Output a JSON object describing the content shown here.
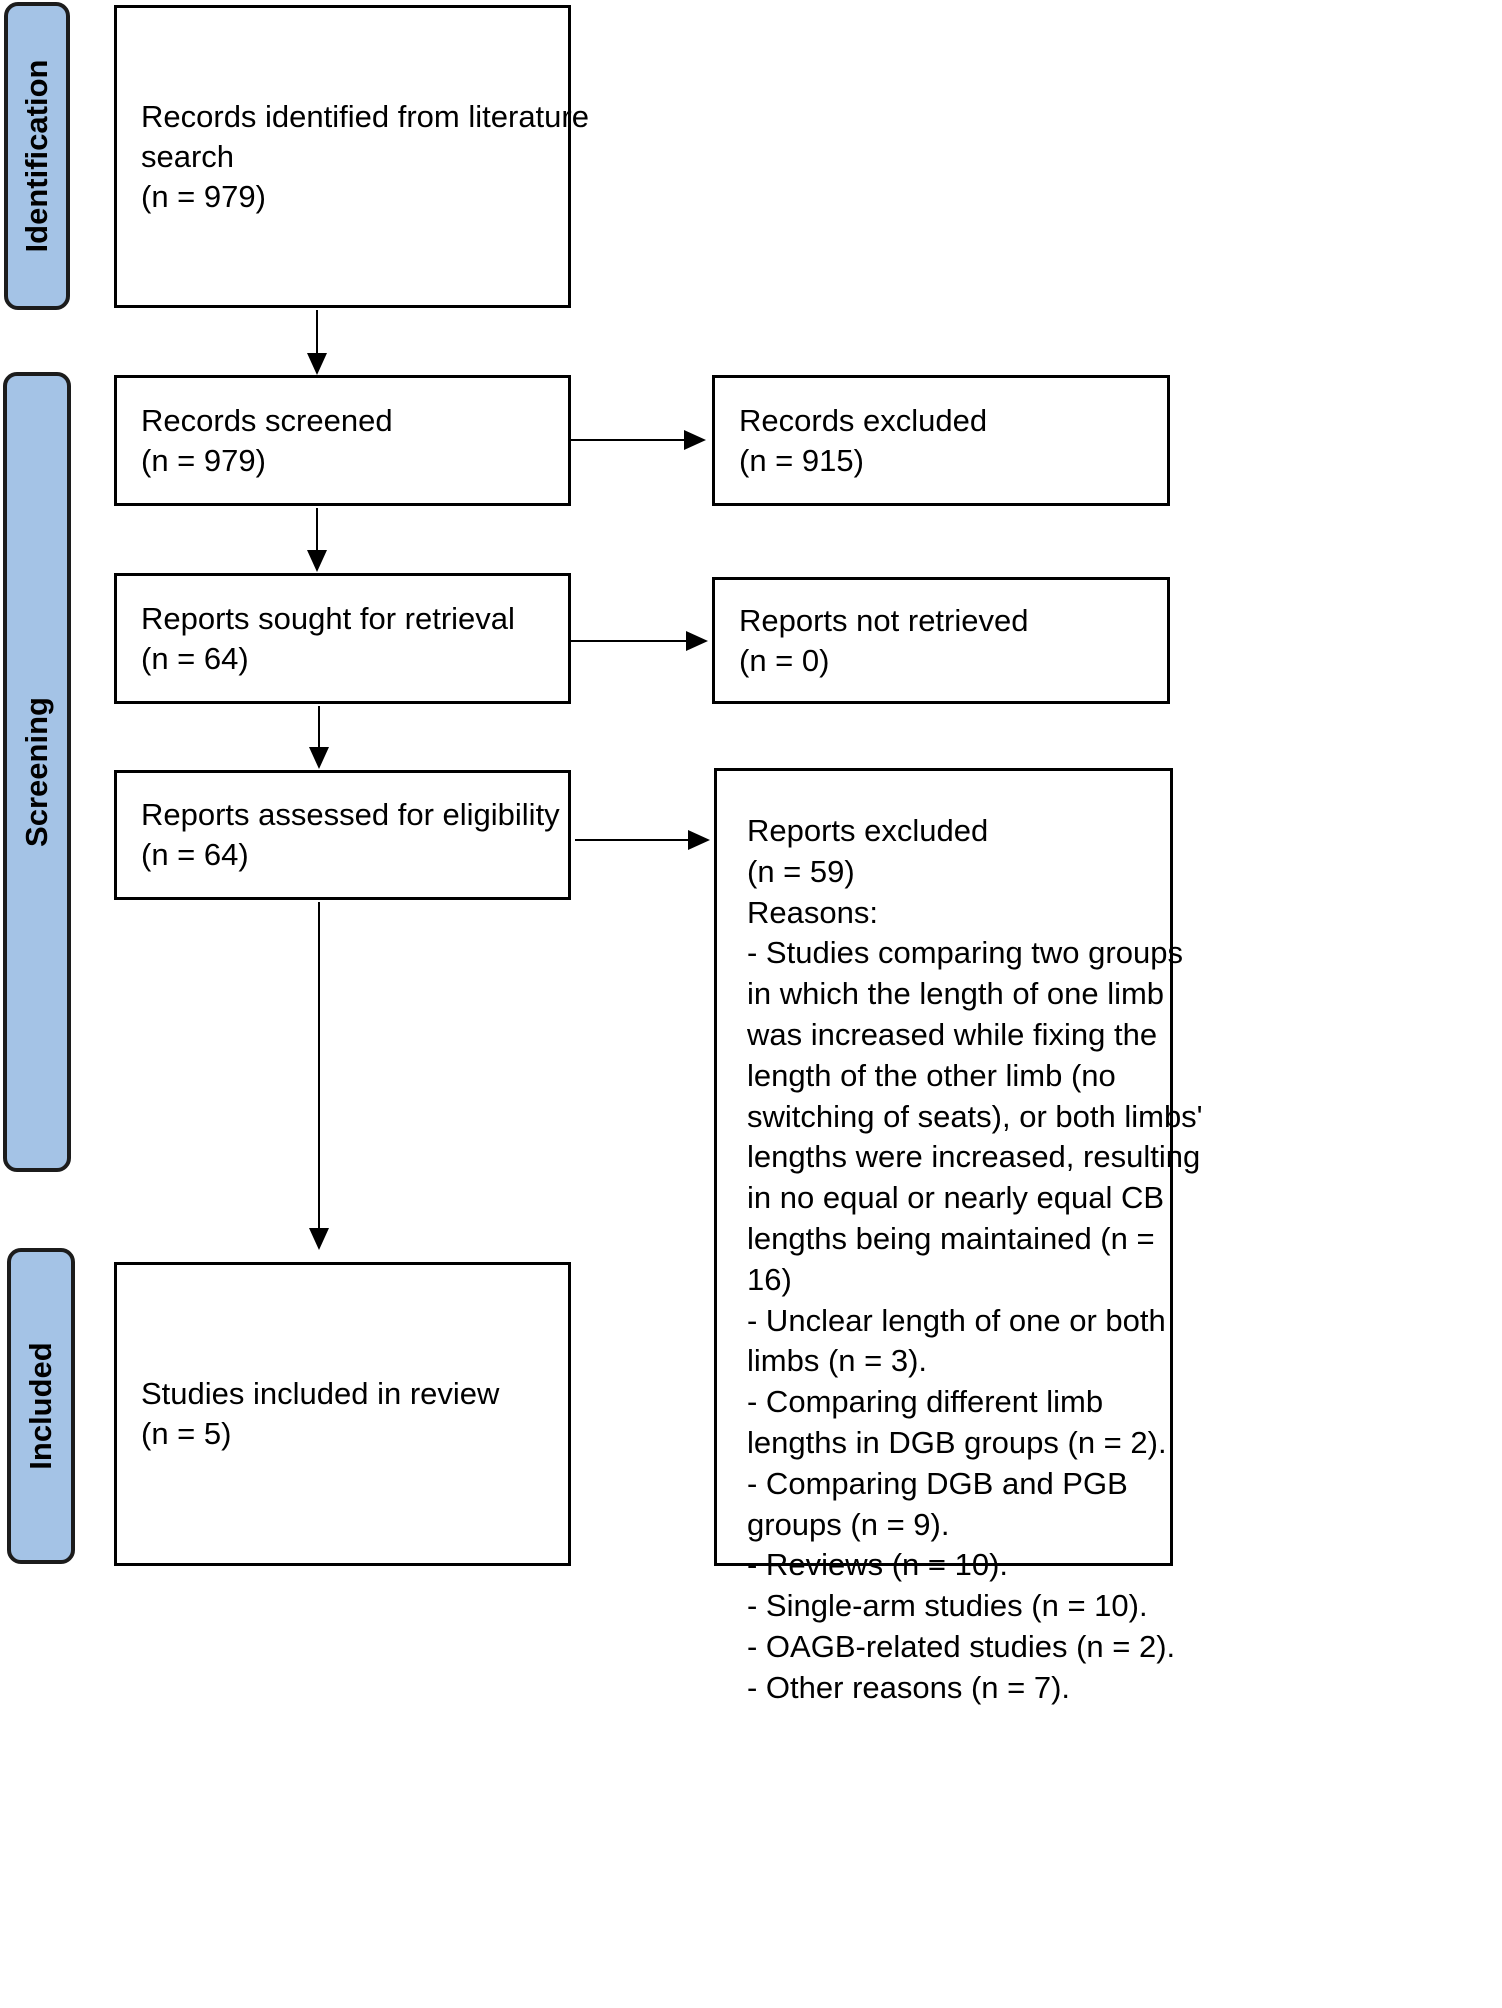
{
  "phases": {
    "identification": "Identification",
    "screening": "Screening",
    "included": "Included"
  },
  "boxes": {
    "identified": {
      "line1": "Records identified from literature",
      "line2": "search",
      "count": "(n = 979)"
    },
    "screened": {
      "title": "Records screened",
      "count": "(n = 979)"
    },
    "excluded": {
      "title": "Records excluded",
      "count": "(n = 915)"
    },
    "sought": {
      "title": "Reports sought for retrieval",
      "count": "(n = 64)"
    },
    "not_retrieved": {
      "title": "Reports not retrieved",
      "count": "(n = 0)"
    },
    "assessed": {
      "title": "Reports assessed for eligibility",
      "count": "(n = 64)"
    },
    "included": {
      "title": "Studies included in review",
      "count": "(n = 5)"
    },
    "reports_excluded": {
      "lines": [
        "Reports excluded",
        "(n = 59)",
        "Reasons:",
        "- Studies comparing two groups",
        "in which the length of one limb",
        "was increased while fixing the",
        "length of the other limb (no",
        "switching of seats), or both limbs'",
        "lengths were increased, resulting",
        "in no equal or nearly equal CB",
        "lengths being maintained (n =",
        "16)",
        "- Unclear length of one or both",
        "limbs (n = 3).",
        "- Comparing different limb",
        "lengths in DGB groups (n = 2).",
        "- Comparing DGB and PGB",
        "groups (n = 9).",
        "- Reviews (n = 10).",
        "- Single-arm studies (n = 10).",
        "- OAGB-related studies (n = 2).",
        "- Other reasons (n = 7)."
      ]
    }
  }
}
